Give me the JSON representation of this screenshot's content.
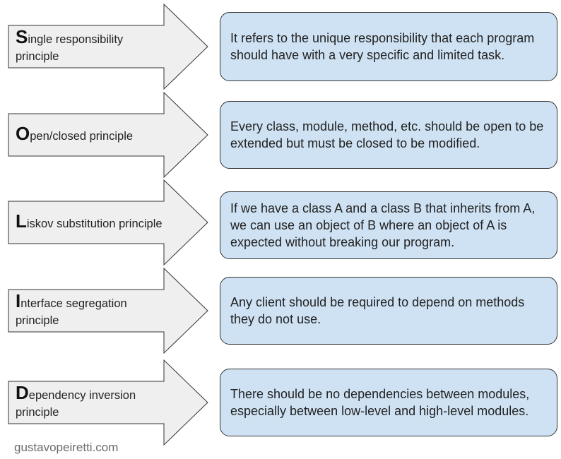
{
  "principles": [
    {
      "initial": "S",
      "rest": "ingle responsibility principle",
      "description": "It refers to the unique responsibility that each program should have with a very specific and limited task."
    },
    {
      "initial": "O",
      "rest": "pen/closed principle",
      "description": "Every class, module, method, etc. should be open to be extended but must be closed to be modified."
    },
    {
      "initial": "L",
      "rest": "iskov substitution principle",
      "description": "If we have a class A and a class B that inherits from A, we can use an object of B where an object of A is expected without breaking our program."
    },
    {
      "initial": "I",
      "rest": "nterface segregation principle",
      "description": "Any client should be required to depend on methods they do not use."
    },
    {
      "initial": "D",
      "rest": "ependency inversion principle",
      "description": "There should be no dependencies between modules, especially between low-level and high-level modules."
    }
  ],
  "footer": "gustavopeiretti.com",
  "colors": {
    "arrow_fill": "#efefef",
    "box_fill": "#cfe2f3",
    "outline": "#333333"
  }
}
